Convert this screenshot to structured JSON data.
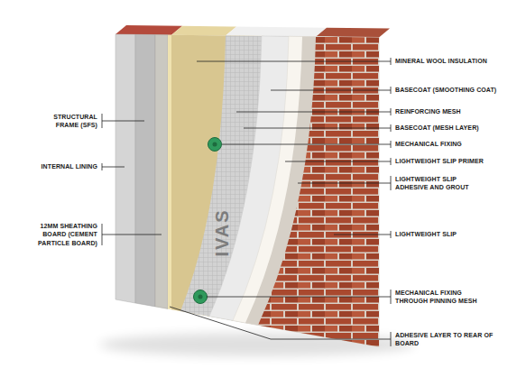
{
  "diagram": {
    "labels": [
      "MINERAL WOOL INSULATION",
      "BASECOAT (SMOOTHING COAT)",
      "REINFORCING MESH",
      "BASECOAT (MESH LAYER)",
      "MECHANICAL FIXING",
      "LIGHTWEIGHT SLIP PRIMER",
      "LIGHTWEIGHT SLIP ADHESIVE AND GROUT",
      "LIGHTWEIGHT SLIP",
      "MECHANICAL FIXING THROUGH PINNING MESH",
      "ADHESIVE LAYER TO REAR OF BOARD",
      "STRUCTURAL FRAME (SFS)",
      "INTERNAL LINING",
      "12MM SHEATHING BOARD (CEMENT PARTICLE BOARD)",
      "IVAS"
    ]
  }
}
